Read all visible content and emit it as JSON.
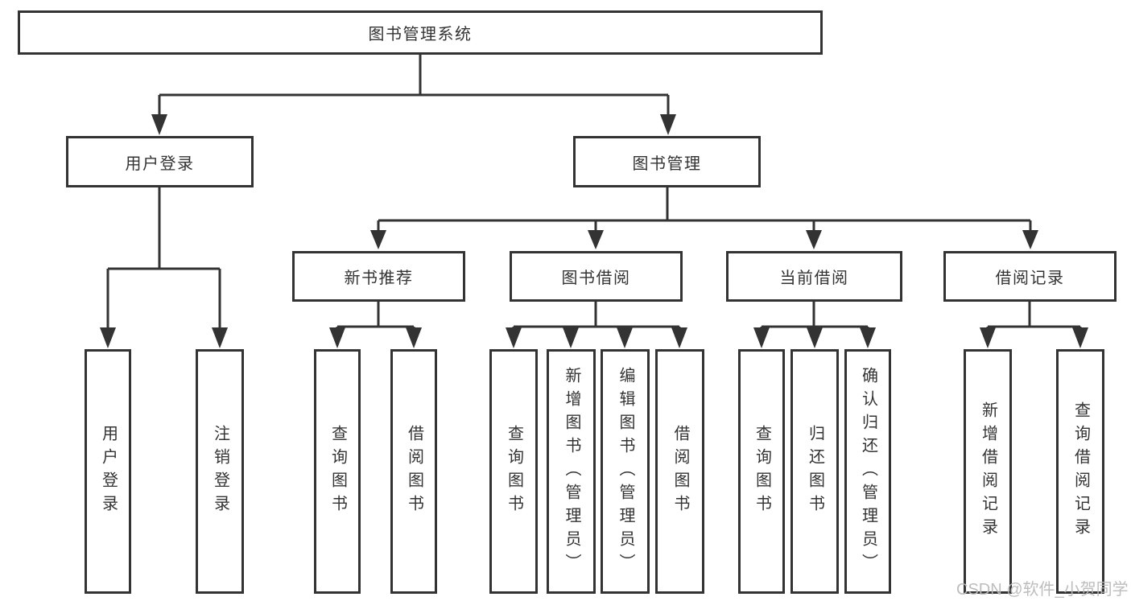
{
  "diagram": {
    "root": {
      "label": "图书管理系统"
    },
    "branches": {
      "userLogin": {
        "label": "用户登录",
        "children": {
          "login": {
            "label": "用户登录"
          },
          "logout": {
            "label": "注销登录"
          }
        }
      },
      "bookMgmt": {
        "label": "图书管理",
        "children": {
          "newBookRec": {
            "label": "新书推荐",
            "children": {
              "query": {
                "label": "查询图书"
              },
              "borrow": {
                "label": "借阅图书"
              }
            }
          },
          "bookBorrow": {
            "label": "图书借阅",
            "children": {
              "query": {
                "label": "查询图书"
              },
              "add": {
                "label": "新增图书（管理员）"
              },
              "edit": {
                "label": "编辑图书（管理员）"
              },
              "borrow": {
                "label": "借阅图书"
              }
            }
          },
          "currentBorrow": {
            "label": "当前借阅",
            "children": {
              "query": {
                "label": "查询图书"
              },
              "return": {
                "label": "归还图书"
              },
              "confirm": {
                "label": "确认归还（管理员）"
              }
            }
          },
          "borrowRecords": {
            "label": "借阅记录",
            "children": {
              "add": {
                "label": "新增借阅记录"
              },
              "query": {
                "label": "查询借阅记录"
              }
            }
          }
        }
      }
    }
  },
  "watermark": {
    "text": "CSDN @软件_小贺同学"
  },
  "colors": {
    "line": "#333333",
    "box_border": "#333333",
    "text": "#333333",
    "background": "#ffffff",
    "watermark": "#b9b9b9"
  }
}
